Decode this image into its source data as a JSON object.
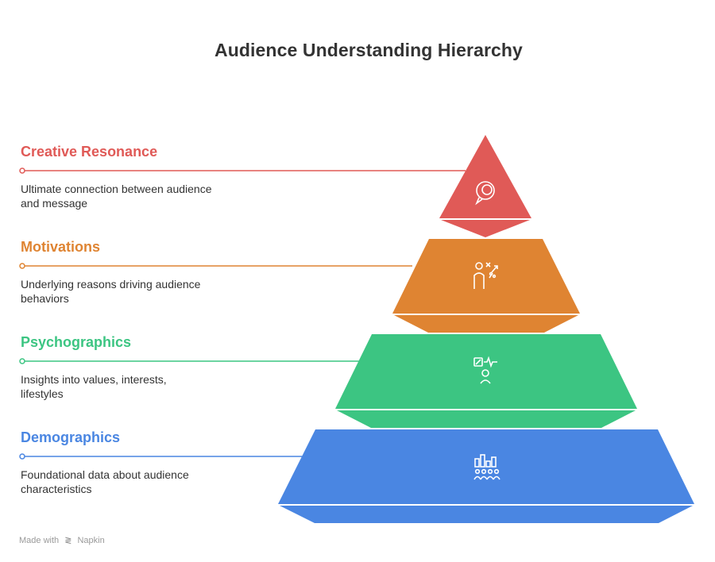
{
  "title": "Audience Understanding Hierarchy",
  "levels": [
    {
      "title": "Creative Resonance",
      "description": "Ultimate connection between audience and message",
      "color": "#E05A57",
      "icon": "chat-bubble-icon"
    },
    {
      "title": "Motivations",
      "description": "Underlying reasons driving audience behaviors",
      "color": "#DF8432",
      "icon": "person-strategy-icon"
    },
    {
      "title": "Psychographics",
      "description": "Insights into values, interests, lifestyles",
      "color": "#3CC582",
      "icon": "mind-pulse-icon"
    },
    {
      "title": "Demographics",
      "description": "Foundational data about audience characteristics",
      "color": "#4A86E2",
      "icon": "bar-chart-people-icon"
    }
  ],
  "footer": {
    "made_with": "Made with",
    "brand": "Napkin"
  }
}
